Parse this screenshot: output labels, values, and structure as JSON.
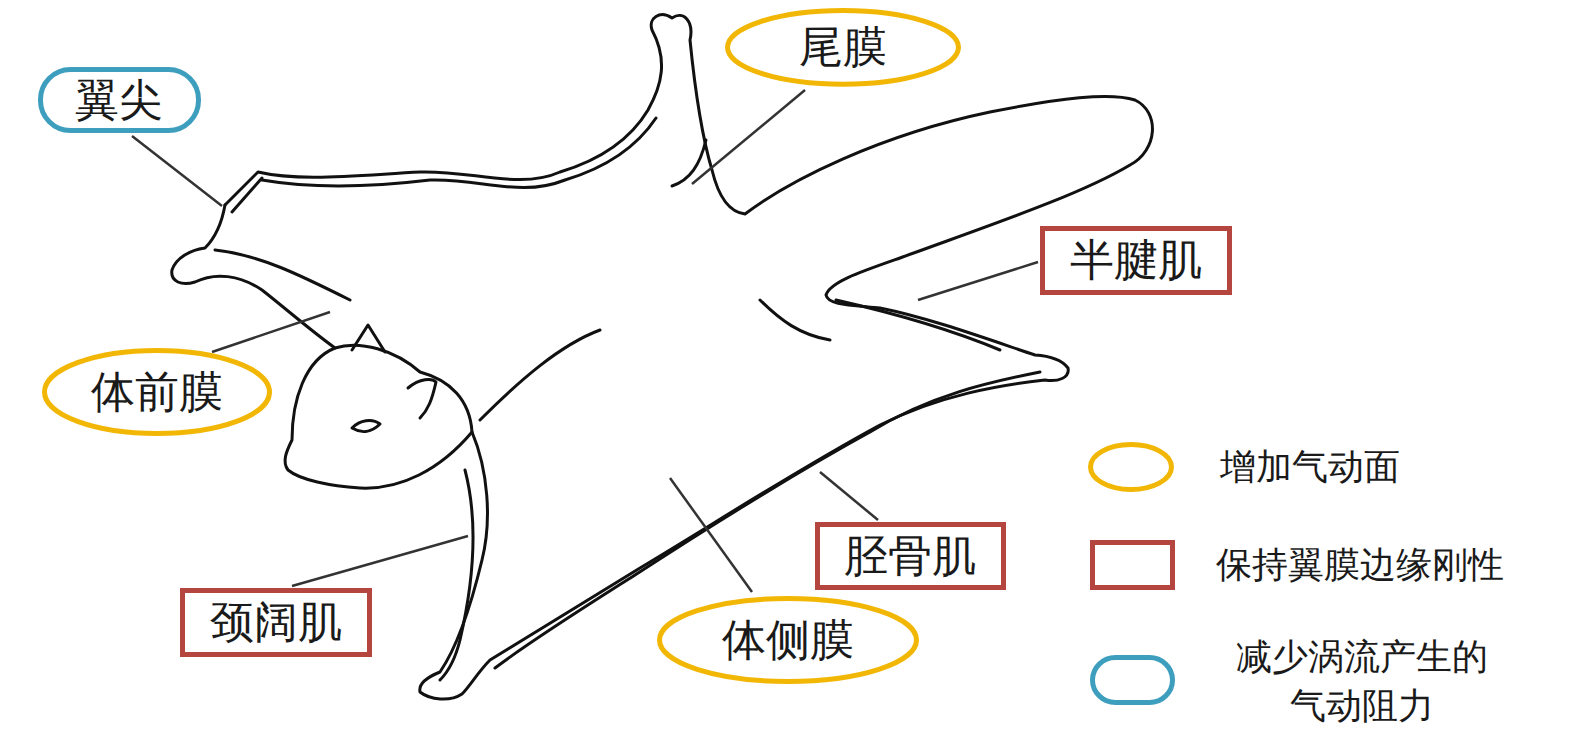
{
  "diagram": {
    "nodes": [
      {
        "text": [
          "翼尖"
        ]
      },
      {
        "text": [
          "尾膜"
        ]
      },
      {
        "text": [
          "半腱肌"
        ]
      },
      {
        "text": [
          "体前膜"
        ]
      },
      {
        "text": [
          "胫骨肌"
        ]
      },
      {
        "text": [
          "颈阔肌"
        ]
      },
      {
        "text": [
          "体侧膜"
        ]
      }
    ],
    "legend": [
      {
        "text": "增加气动面"
      },
      {
        "text": "保持翼膜边缘刚性"
      },
      {
        "text": "减少涡流产生的 气动阻力"
      }
    ]
  }
}
